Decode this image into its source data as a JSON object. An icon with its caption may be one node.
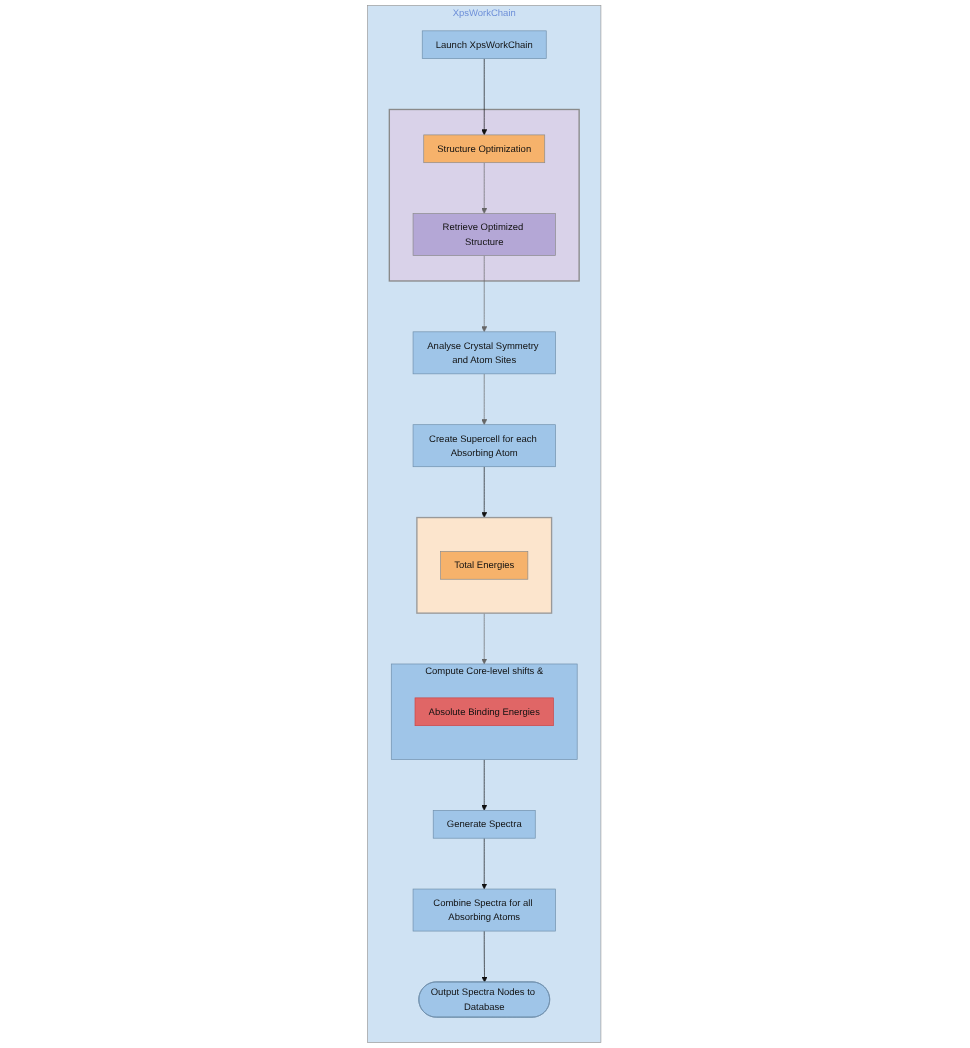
{
  "diagram": {
    "nodes": [
      {
        "text": [
          "XpsWorkChain"
        ]
      },
      {
        "text": [
          "Launch XpsWorkChain"
        ],
        "in": 0
      },
      {
        "text": [],
        "shape": "box",
        "in": 0
      },
      {
        "text": [
          "Structure Optimization"
        ],
        "in": 2
      },
      {
        "text": [
          "Retrieve Optimized Structure"
        ],
        "in": 2
      },
      {
        "text": [
          "Analyse Crystal Symmetry and Atom Sites"
        ],
        "in": 0
      },
      {
        "text": [
          "Create Supercell for each Absorbing Atom"
        ],
        "in": 0
      },
      {
        "text": [],
        "shape": "box",
        "in": 0
      },
      {
        "text": [
          "Total Energies"
        ],
        "in": 7
      },
      {
        "text": [
          "Compute Core-level shifts &"
        ],
        "in": 0
      },
      {
        "text": [
          "Absolute Binding Energies"
        ],
        "in": 9
      },
      {
        "text": [
          "Generate Spectra"
        ],
        "in": 0
      },
      {
        "text": [
          "Combine Spectra for all Absorbing Atoms"
        ],
        "in": 0
      },
      {
        "text": [
          "Output Spectra Nodes to Database"
        ],
        "in": 0
      }
    ],
    "edges": [
      {
        "from": 1,
        "to": 3,
        "arrow": "to"
      },
      {
        "from": 3,
        "to": 4,
        "arrow": "to",
        "color": "#666666"
      },
      {
        "from": 4,
        "to": 5,
        "arrow": "to",
        "color": "#666666"
      },
      {
        "from": 5,
        "to": 6,
        "arrow": "to",
        "color": "#666666"
      },
      {
        "from": 6,
        "to": 7,
        "arrow": "to"
      },
      {
        "from": 7,
        "to": 9,
        "arrow": "to",
        "color": "#666666"
      },
      {
        "from": 9,
        "to": 11,
        "arrow": "to"
      },
      {
        "from": 11,
        "to": 12,
        "arrow": "to"
      },
      {
        "from": 12,
        "to": 13,
        "arrow": "to"
      }
    ]
  }
}
